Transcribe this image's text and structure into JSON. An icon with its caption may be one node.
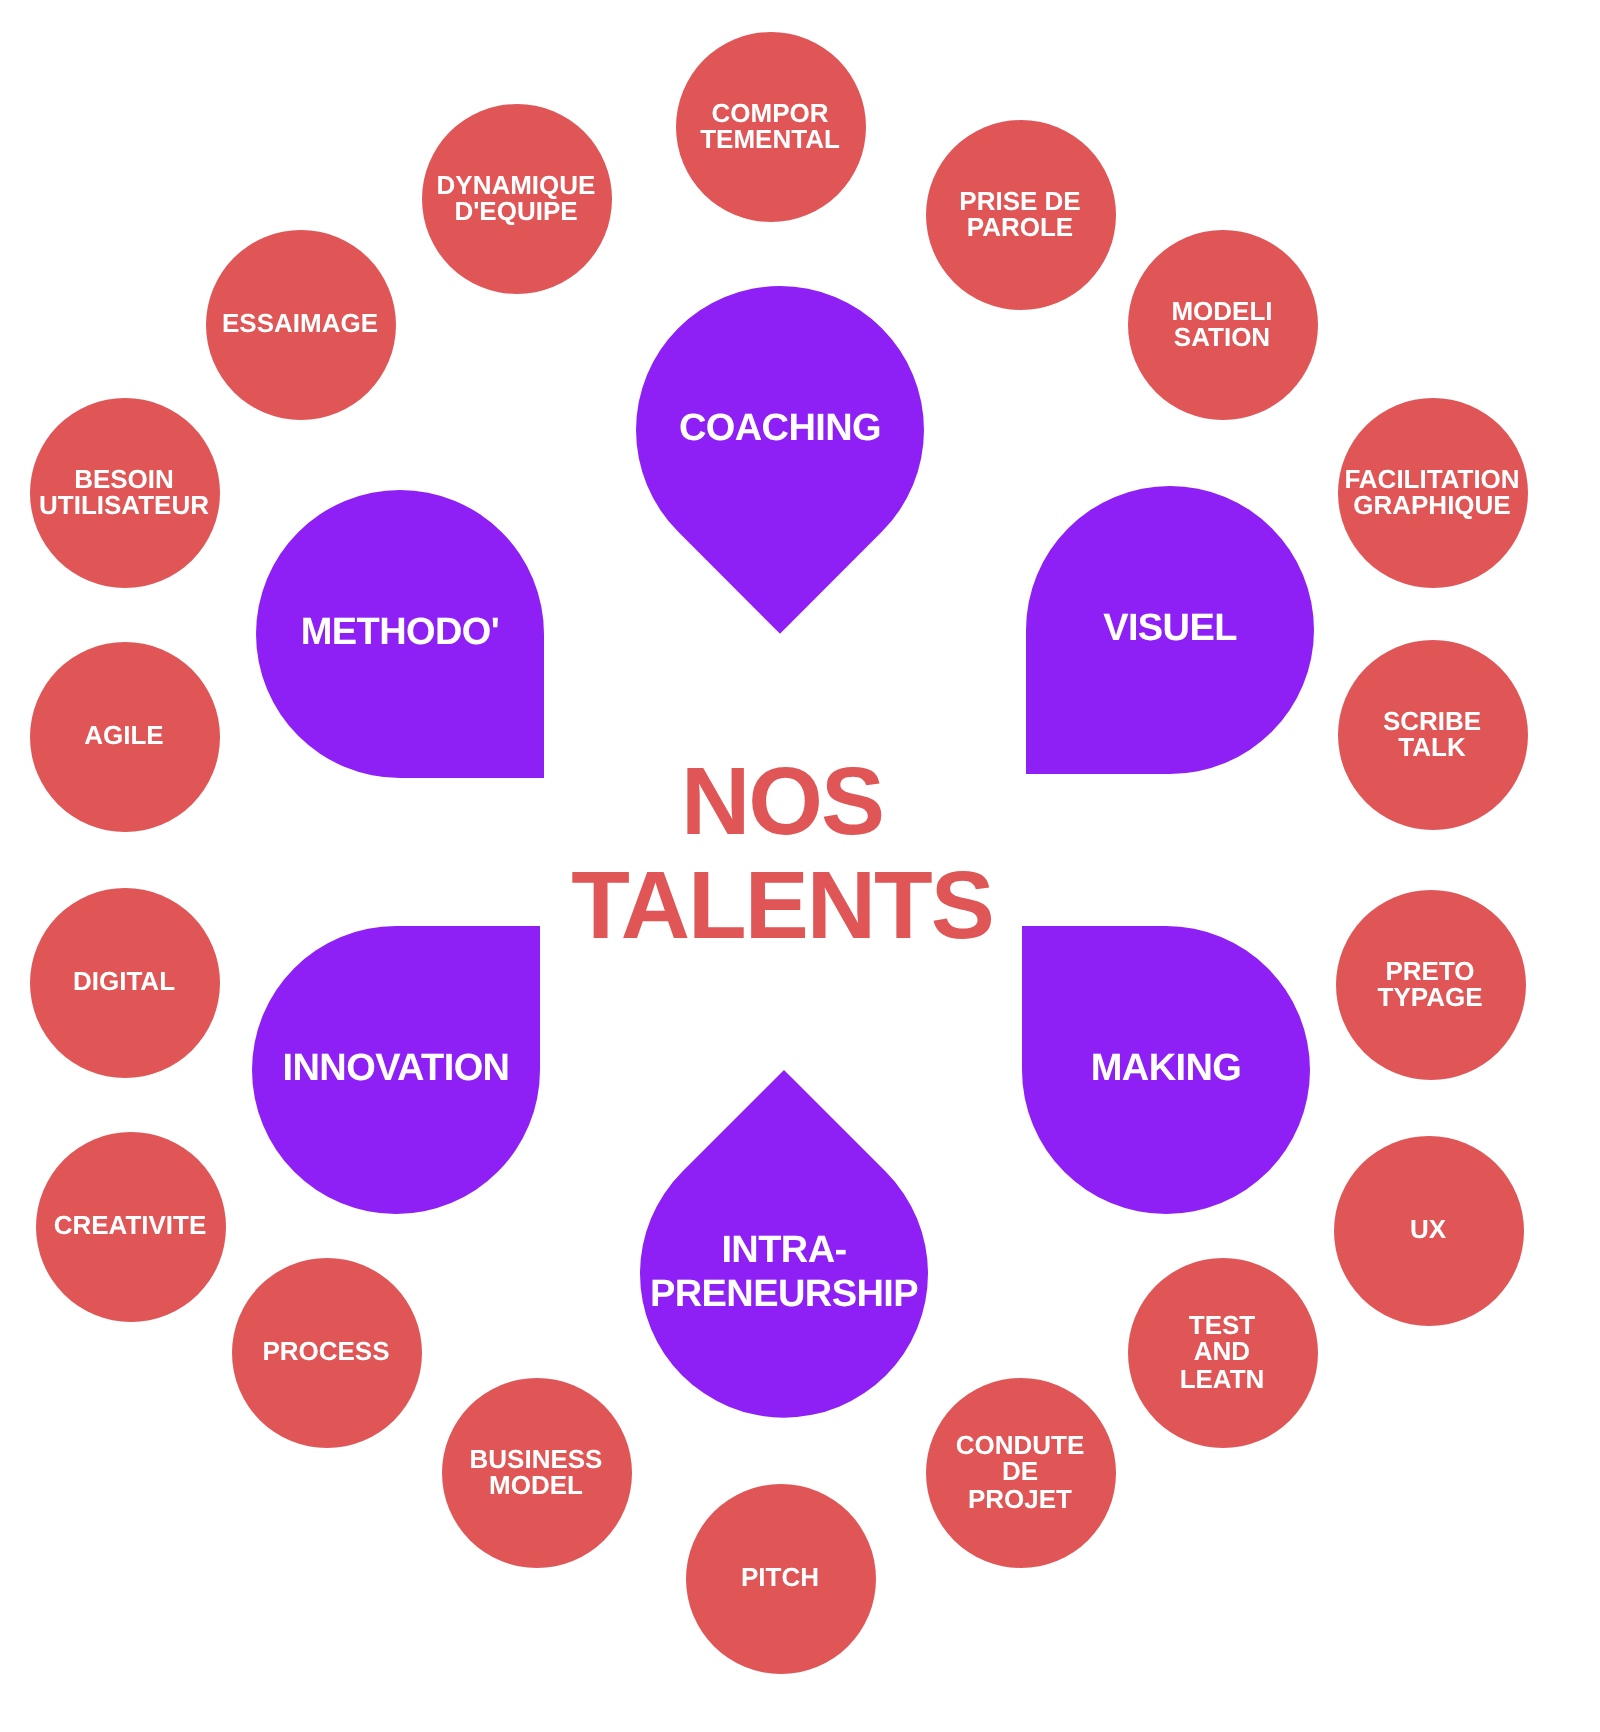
{
  "diagram": {
    "title": "NOS TALENTS",
    "nodes": [
      {
        "text": [
          "COMPOR TEMENTAL"
        ]
      },
      {
        "text": [
          "DYNAMIQUE D'EQUIPE"
        ]
      },
      {
        "text": [
          "PRISE DE PAROLE"
        ]
      },
      {
        "text": [
          "ESSAIMAGE"
        ]
      },
      {
        "text": [
          "MODELI SATION"
        ]
      },
      {
        "text": [
          "COACHING"
        ]
      },
      {
        "text": [
          "BESOIN UTILISATEUR"
        ]
      },
      {
        "text": [
          "FACILITATION GRAPHIQUE"
        ]
      },
      {
        "text": [
          "METHODO'"
        ]
      },
      {
        "text": [
          "VISUEL"
        ]
      },
      {
        "text": [
          "AGILE"
        ]
      },
      {
        "text": [
          "SCRIBE TALK"
        ]
      },
      {
        "text": [
          "DIGITAL"
        ]
      },
      {
        "text": [
          "PRETO TYPAGE"
        ]
      },
      {
        "text": [
          "INNOVATION"
        ]
      },
      {
        "text": [
          "MAKING"
        ]
      },
      {
        "text": [
          "CREATIVITE"
        ]
      },
      {
        "text": [
          "INTRA- PRENEURSHIP"
        ]
      },
      {
        "text": [
          "UX"
        ]
      },
      {
        "text": [
          "PROCESS"
        ]
      },
      {
        "text": [
          "TEST AND LEATN"
        ]
      },
      {
        "text": [
          "BUSINESS MODEL"
        ]
      },
      {
        "text": [
          "CONDUTE DE PROJET"
        ]
      },
      {
        "text": [
          "PITCH"
        ]
      }
    ]
  }
}
